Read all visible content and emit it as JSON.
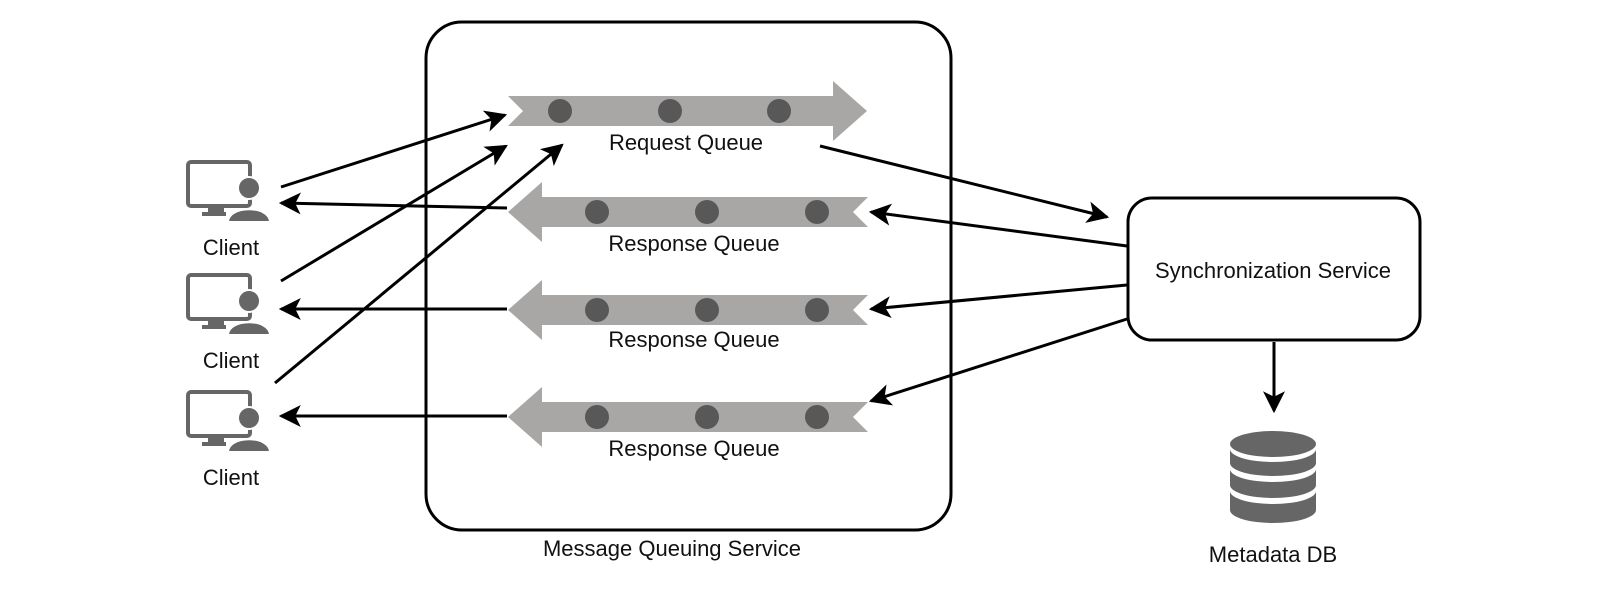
{
  "clients": [
    {
      "label": "Client",
      "icon": "client-computer-user-icon"
    },
    {
      "label": "Client",
      "icon": "client-computer-user-icon"
    },
    {
      "label": "Client",
      "icon": "client-computer-user-icon"
    }
  ],
  "message_queuing_service": {
    "label": "Message Queuing Service",
    "request_queue": {
      "label": "Request Queue"
    },
    "response_queues": [
      {
        "label": "Response Queue"
      },
      {
        "label": "Response Queue"
      },
      {
        "label": "Response Queue"
      }
    ]
  },
  "synchronization_service": {
    "label": "Synchronization Service"
  },
  "metadata_db": {
    "label": "Metadata DB",
    "icon": "database-icon"
  },
  "colors": {
    "queue_arrow": "#a9a6a6",
    "queue_dot": "#585858",
    "icon_gray": "#666666",
    "stroke": "#000000"
  }
}
